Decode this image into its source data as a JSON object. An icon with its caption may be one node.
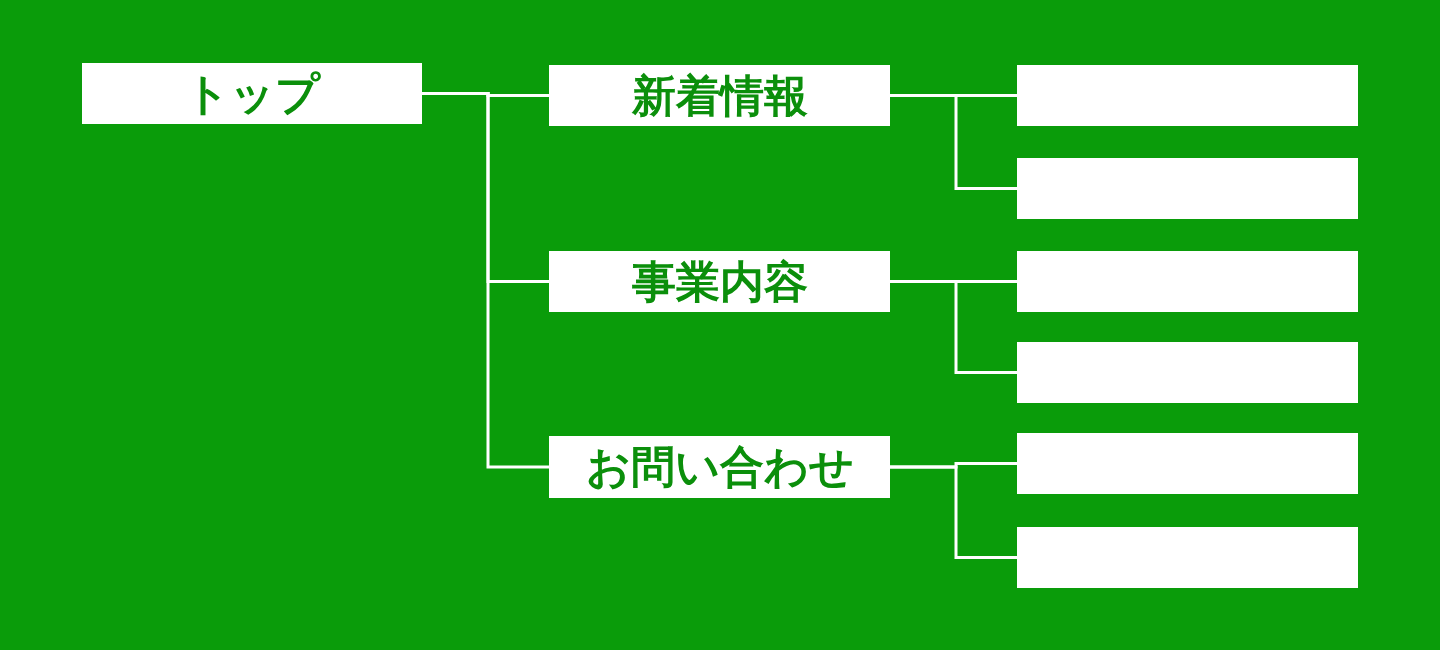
{
  "diagram": {
    "nodes": [
      {
        "text": [
          "トップ"
        ]
      },
      {
        "text": [
          "新着情報"
        ]
      },
      {
        "text": [
          "事業内容"
        ]
      },
      {
        "text": [
          "お問い合わせ"
        ]
      },
      {
        "text": [],
        "shape": "box"
      },
      {
        "text": [],
        "shape": "box"
      },
      {
        "text": [],
        "shape": "box"
      },
      {
        "text": [],
        "shape": "box"
      },
      {
        "text": [],
        "shape": "box"
      },
      {
        "text": [],
        "shape": "box"
      }
    ],
    "edges": [
      {
        "from": 0,
        "to": 1,
        "arrow": "none"
      },
      {
        "from": 0,
        "to": 2,
        "arrow": "none"
      },
      {
        "from": 0,
        "to": 3,
        "arrow": "none"
      },
      {
        "from": 1,
        "to": 4,
        "arrow": "none"
      },
      {
        "from": 1,
        "to": 5,
        "arrow": "none"
      },
      {
        "from": 2,
        "to": 6,
        "arrow": "none"
      },
      {
        "from": 2,
        "to": 7,
        "arrow": "none"
      },
      {
        "from": 3,
        "to": 8,
        "arrow": "none"
      },
      {
        "from": 3,
        "to": 9,
        "arrow": "none"
      }
    ]
  }
}
